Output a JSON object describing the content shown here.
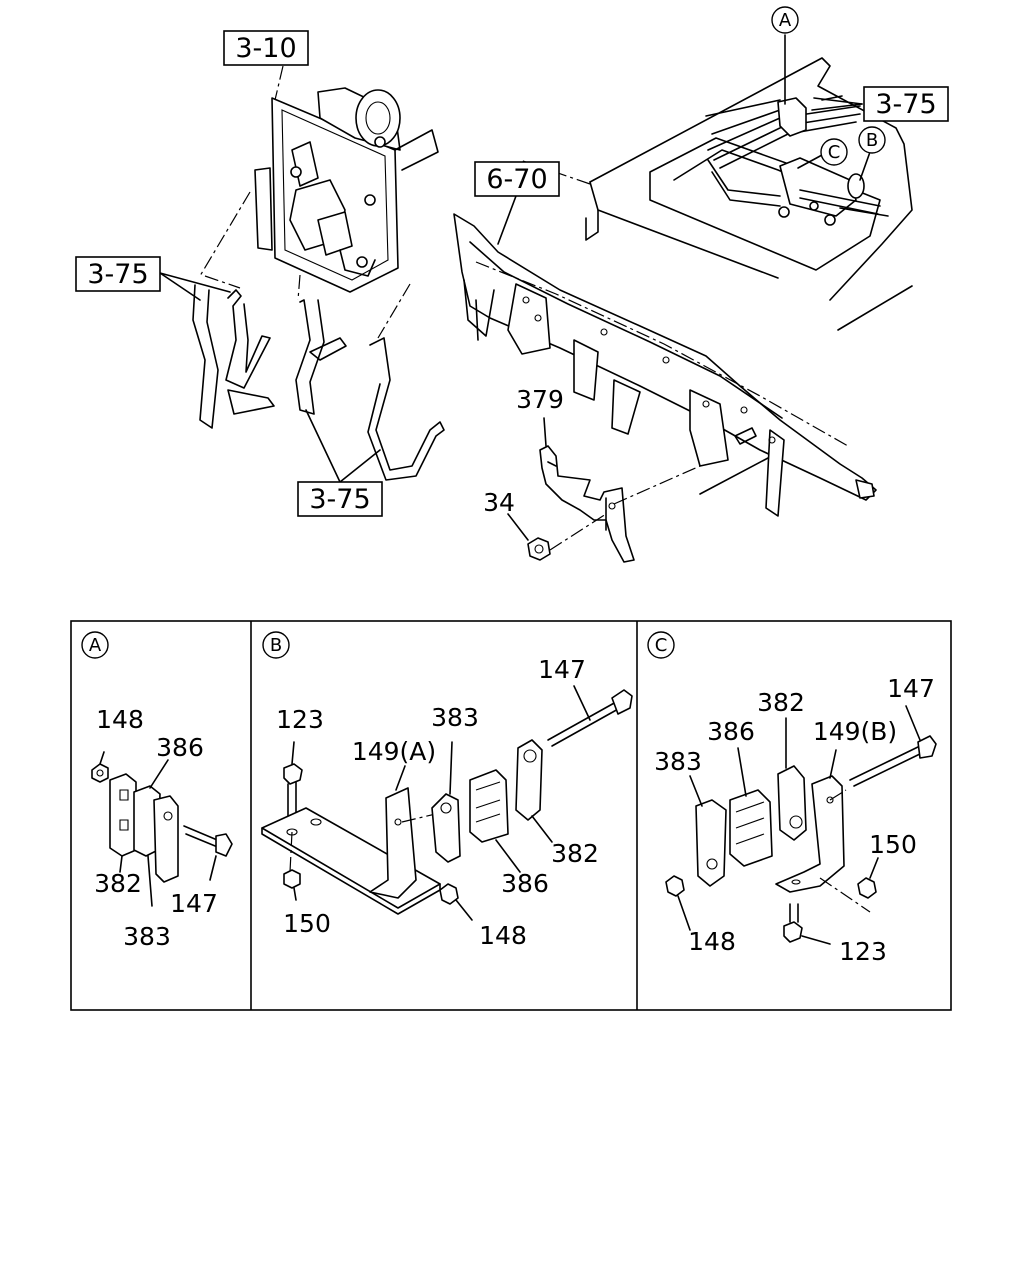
{
  "callouts": {
    "ref_3_10": "3-10",
    "ref_3_75_left": "3-75",
    "ref_3_75_bottom": "3-75",
    "ref_3_75_right": "3-75",
    "ref_6_70": "6-70",
    "part_379": "379",
    "part_34": "34",
    "marker_a": "A",
    "marker_b": "B",
    "marker_c": "C"
  },
  "panel_a": {
    "marker": "A",
    "labels": {
      "p148": "148",
      "p386": "386",
      "p382": "382",
      "p147": "147",
      "p383": "383"
    }
  },
  "panel_b": {
    "marker": "B",
    "labels": {
      "p123": "123",
      "p149a": "149(A)",
      "p383": "383",
      "p147": "147",
      "p382": "382",
      "p386": "386",
      "p150": "150",
      "p148": "148"
    }
  },
  "panel_c": {
    "marker": "C",
    "labels": {
      "p383": "383",
      "p386": "386",
      "p382": "382",
      "p149b": "149(B)",
      "p147": "147",
      "p150": "150",
      "p148": "148",
      "p123": "123"
    }
  }
}
